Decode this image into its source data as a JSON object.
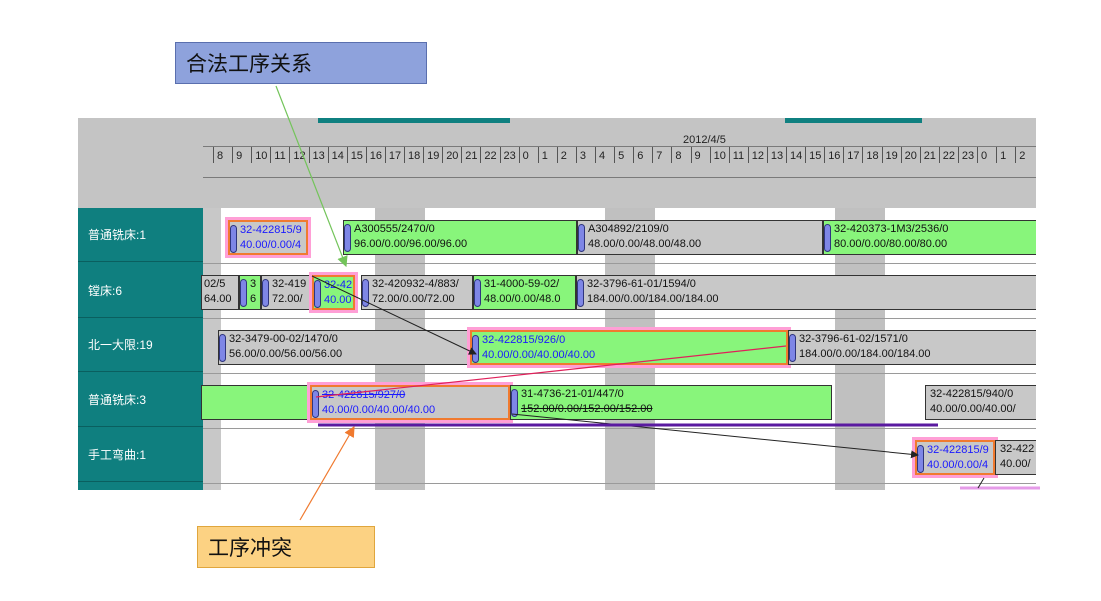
{
  "callouts": {
    "legal": "合法工序关系",
    "conflict": "工序冲突"
  },
  "header": {
    "date": "2012/4/5",
    "hours": [
      "8",
      "9",
      "10",
      "11",
      "12",
      "13",
      "14",
      "15",
      "16",
      "17",
      "18",
      "19",
      "20",
      "21",
      "22",
      "23",
      "0",
      "1",
      "2",
      "3",
      "4",
      "5",
      "6",
      "7",
      "8",
      "9",
      "10",
      "11",
      "12",
      "13",
      "14",
      "15",
      "16",
      "17",
      "18",
      "19",
      "20",
      "21",
      "22",
      "23",
      "0",
      "1",
      "2"
    ]
  },
  "resources": [
    {
      "label": "普通铣床:1"
    },
    {
      "label": "镗床:6"
    },
    {
      "label": "北一大限:19"
    },
    {
      "label": "普通铣床:3"
    },
    {
      "label": "手工弯曲:1"
    }
  ],
  "tasks": [
    {
      "l1": "32-422815/9",
      "l2": "40.00/0.00/4"
    },
    {
      "l1": "A300555/2470/0",
      "l2": "96.00/0.00/96.00/96.00"
    },
    {
      "l1": "A304892/2109/0",
      "l2": "48.00/0.00/48.00/48.00"
    },
    {
      "l1": "32-420373-1M3/2536/0",
      "l2": "80.00/0.00/80.00/80.00"
    },
    {
      "l1": "02/5",
      "l2": "64.00"
    },
    {
      "l1": "3",
      "l2": "6"
    },
    {
      "l1": "32-419",
      "l2": "72.00/"
    },
    {
      "l1": "32-42",
      "l2": "40.00"
    },
    {
      "l1": "32-420932-4/883/",
      "l2": "72.00/0.00/72.00"
    },
    {
      "l1": "31-4000-59-02/",
      "l2": "48.00/0.00/48.0"
    },
    {
      "l1": "32-3796-61-01/1594/0",
      "l2": "184.00/0.00/184.00/184.00"
    },
    {
      "l1": "32-3479-00-02/1470/0",
      "l2": "56.00/0.00/56.00/56.00"
    },
    {
      "l1": "32-422815/926/0",
      "l2": "40.00/0.00/40.00/40.00"
    },
    {
      "l1": "32-3796-61-02/1571/0",
      "l2": "184.00/0.00/184.00/184.00"
    },
    {
      "l1": "32-422815/927/0",
      "l2": "40.00/0.00/40.00/40.00"
    },
    {
      "l1": "31-4736-21-01/447/0",
      "l2": "152.00/0.00/152.00/152.00"
    },
    {
      "l1": "32-422815/940/0",
      "l2": "40.00/0.00/40.00/"
    },
    {
      "l1": "32-422815/9",
      "l2": "40.00/0.00/4"
    },
    {
      "l1": "32-422",
      "l2": "40.00/"
    }
  ],
  "colors": {
    "resource_bg": "#0f7f7f",
    "task_green": "#88f57b",
    "task_gray": "#c8c8c8",
    "highlight": "#ff9fd6",
    "conflict_orange": "#f07a2f",
    "legal_arrow": "#73c45a"
  }
}
